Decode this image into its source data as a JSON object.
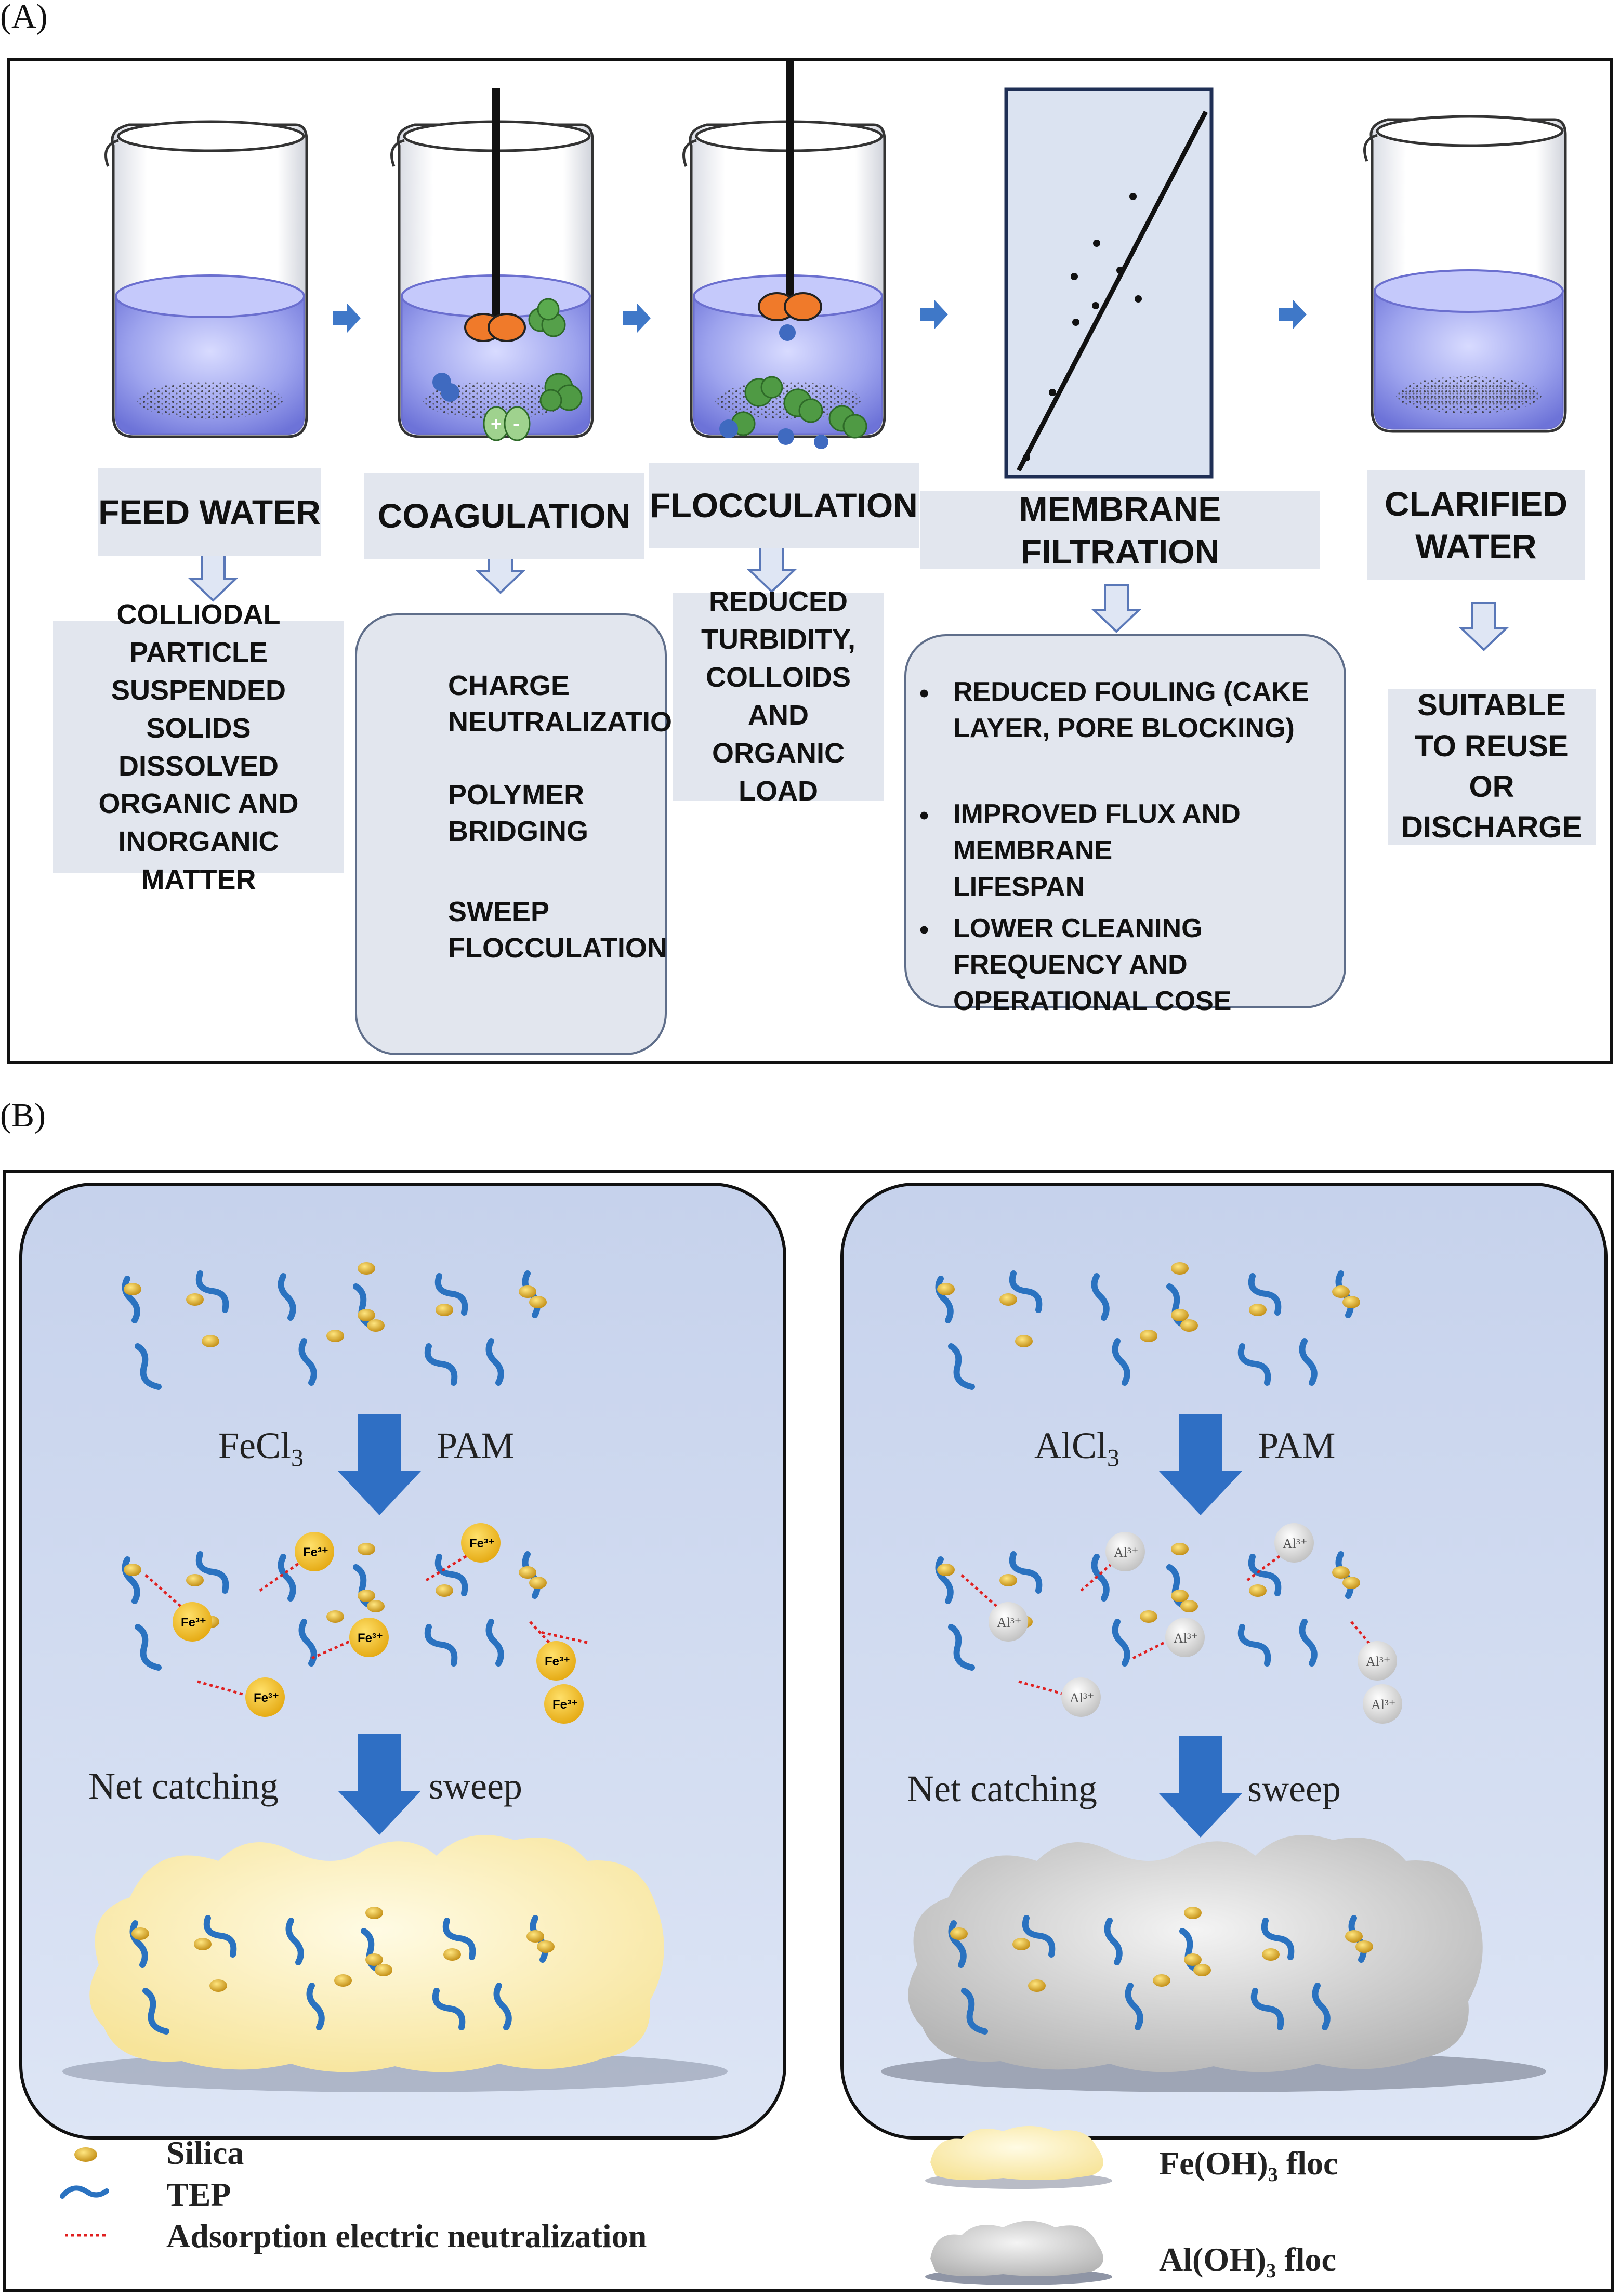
{
  "panel_a": {
    "tag": "(A)",
    "stages": [
      {
        "label": "FEED WATER",
        "desc": "COLLIODAL PARTICLE SUSPENDED SOLIDS DISSOLVED ORGANIC AND INORGANIC MATTER"
      },
      {
        "label": "COAGULATION"
      },
      {
        "label": "FLOCCULATION",
        "desc": "REDUCED TURBIDITY, COLLOIDS AND ORGANIC LOAD"
      },
      {
        "label": "MEMBRANE FILTRATION"
      },
      {
        "label": "CLARIFIED WATER",
        "desc": "SUITABLE TO REUSE OR DISCHARGE"
      }
    ],
    "mechanisms": [
      {
        "text": "CHARGE NEUTRALIZATION"
      },
      {
        "text": "POLYMER BRIDGING"
      },
      {
        "text": "SWEEP FLOCCULATION"
      }
    ],
    "membrane_benefits": [
      "REDUCED FOULING (CAKE LAYER, PORE BLOCKING)",
      "IMPROVED FLUX AND MEMBRANE LIFESPAN",
      "LOWER CLEANING FREQUENCY AND OPERATIONAL COSE"
    ],
    "bullet": "•"
  },
  "panel_b": {
    "tag": "(B)",
    "columns": [
      {
        "coagulant": "FeCl",
        "subscript": "3",
        "polymer": "PAM",
        "ion": "Fe³⁺",
        "left_label": "Net catching",
        "right_label": "sweep"
      },
      {
        "coagulant": "AlCl",
        "subscript": "3",
        "polymer": "PAM",
        "ion": "Al³⁺",
        "left_label": "Net catching",
        "right_label": "sweep"
      }
    ],
    "legend": {
      "silica": "Silica",
      "tep": "TEP",
      "neutralization": "Adsorption electric neutralization",
      "fe_floc": "Fe(OH)₃ floc",
      "al_floc": "Al(OH)₃ floc"
    }
  },
  "colors": {
    "water": "#8f95e6",
    "arrow_blue": "#3f78c8",
    "panel_b_bg": "#ccd7ef",
    "tep": "#2a72c0",
    "silica": "#d9a520",
    "fe_floc": "#fbeeb0",
    "al_floc": "#cfcfcf",
    "neutralization_line": "#e02020"
  }
}
